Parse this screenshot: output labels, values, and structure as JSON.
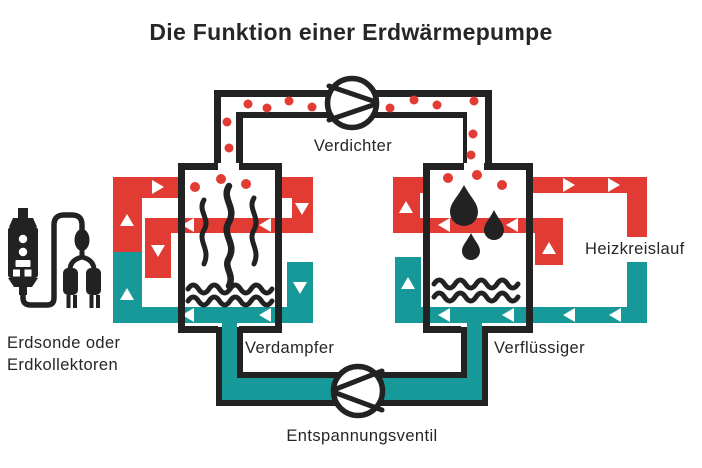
{
  "title": "Die Funktion einer Erdwärmepumpe",
  "labels": {
    "compressor": "Verdichter",
    "evaporator": "Verdampfer",
    "condenser": "Verflüssiger",
    "expansion_valve": "Entspannungsventil",
    "heating_circuit": "Heizkreislauf",
    "ground_source_line1": "Erdsonde oder",
    "ground_source_line2": "Erdkollektoren"
  },
  "colors": {
    "red": "#e23b33",
    "teal": "#17999a",
    "ink": "#222222",
    "text": "#262626",
    "paper": "#ffffff"
  },
  "icons": {
    "compressor-pump-icon": "circle with triangle pointing right",
    "expansion-valve-icon": "circle with triangle pointing left",
    "power-plug-icon": "geothermal probe device with cable and two plugs",
    "heat-waves-icon": "rising wavy steam lines",
    "water-drops-icon": "three falling drops",
    "liquid-waves-icon": "horizontal wavy water lines",
    "flow-arrow-icon": "white triangle flow direction marker",
    "refrigerant-dot-icon": "red dot (gaseous refrigerant)"
  }
}
